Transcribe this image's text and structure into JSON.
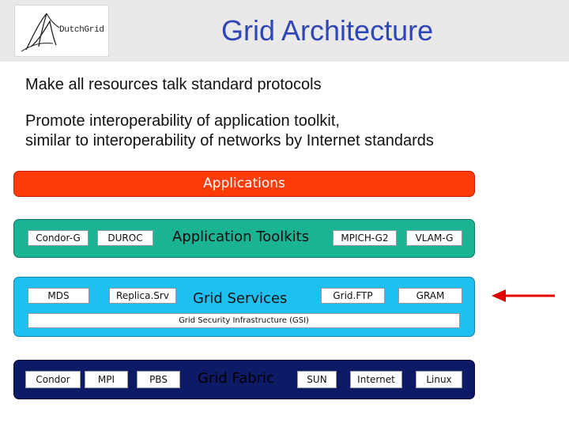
{
  "header": {
    "logo_text": "DutchGrid",
    "title": "Grid Architecture"
  },
  "bullets": [
    "Make all resources talk standard protocols",
    "Promote interoperability of application toolkit,\nsimilar to interoperability of networks by Internet standards"
  ],
  "layers": {
    "applications": {
      "label": "Applications",
      "color": "#ff3b0a"
    },
    "toolkits": {
      "label": "Application Toolkits",
      "color": "#1ab394",
      "items": [
        "Condor-G",
        "DUROC",
        "MPICH-G2",
        "VLAM-G"
      ]
    },
    "services": {
      "label": "Grid Services",
      "color": "#1ec0f0",
      "items": [
        "MDS",
        "Replica.Srv",
        "Grid.FTP",
        "GRAM"
      ],
      "security_bar": "Grid Security Infrastructure (GSI)"
    },
    "fabric": {
      "label": "Grid Fabric",
      "color": "#0d1a66",
      "items": [
        "Condor",
        "MPI",
        "PBS",
        "SUN",
        "Internet",
        "Linux"
      ]
    }
  },
  "pointer_arrow": {
    "color": "#e00000"
  }
}
